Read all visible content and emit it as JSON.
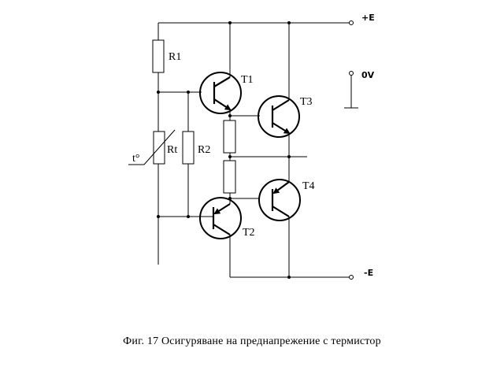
{
  "diagram": {
    "type": "electronic-schematic",
    "components": {
      "R1": "R1",
      "Rt": "Rt",
      "R2": "R2",
      "T1": "T1",
      "T2": "T2",
      "T3": "T3",
      "T4": "T4",
      "thermistor_symbol": "t°"
    },
    "terminals": {
      "positive": "+E",
      "ground": "0V",
      "negative": "-E"
    }
  },
  "caption": "Фиг. 17 Осигуряване на преднапрежение с термистор"
}
